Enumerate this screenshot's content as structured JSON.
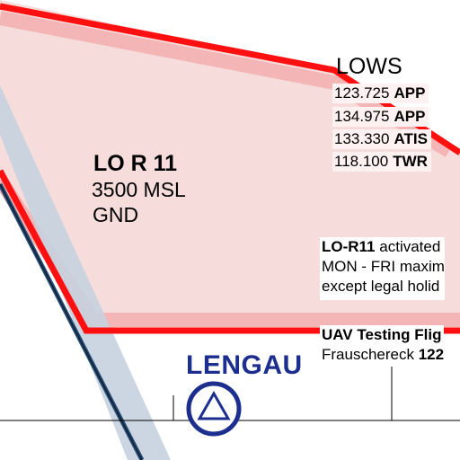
{
  "airport": {
    "name": "LOWS",
    "frequencies": [
      {
        "freq": "123.725",
        "service": "APP"
      },
      {
        "freq": "134.975",
        "service": "APP"
      },
      {
        "freq": "133.330",
        "service": "ATIS"
      },
      {
        "freq": "118.100",
        "service": "TWR"
      }
    ]
  },
  "restricted_area": {
    "name": "LO R 11",
    "upper_limit": "3500 MSL",
    "lower_limit": "GND",
    "fill_color": "#f7dcdc",
    "border_color": "#ff0000"
  },
  "activation_note": {
    "area_id": "LO-R11",
    "text": "activated",
    "line2": "MON - FRI maxim",
    "line3": "except legal holid"
  },
  "uav_note": {
    "title": "UAV Testing Flig",
    "location": "Frauschereck",
    "freq_partial": "122"
  },
  "airfield": {
    "name": "LENGAU",
    "symbol_color": "#1c2f8f"
  },
  "corridor_color": "#c5d2df",
  "route_color": "#2a4f78"
}
